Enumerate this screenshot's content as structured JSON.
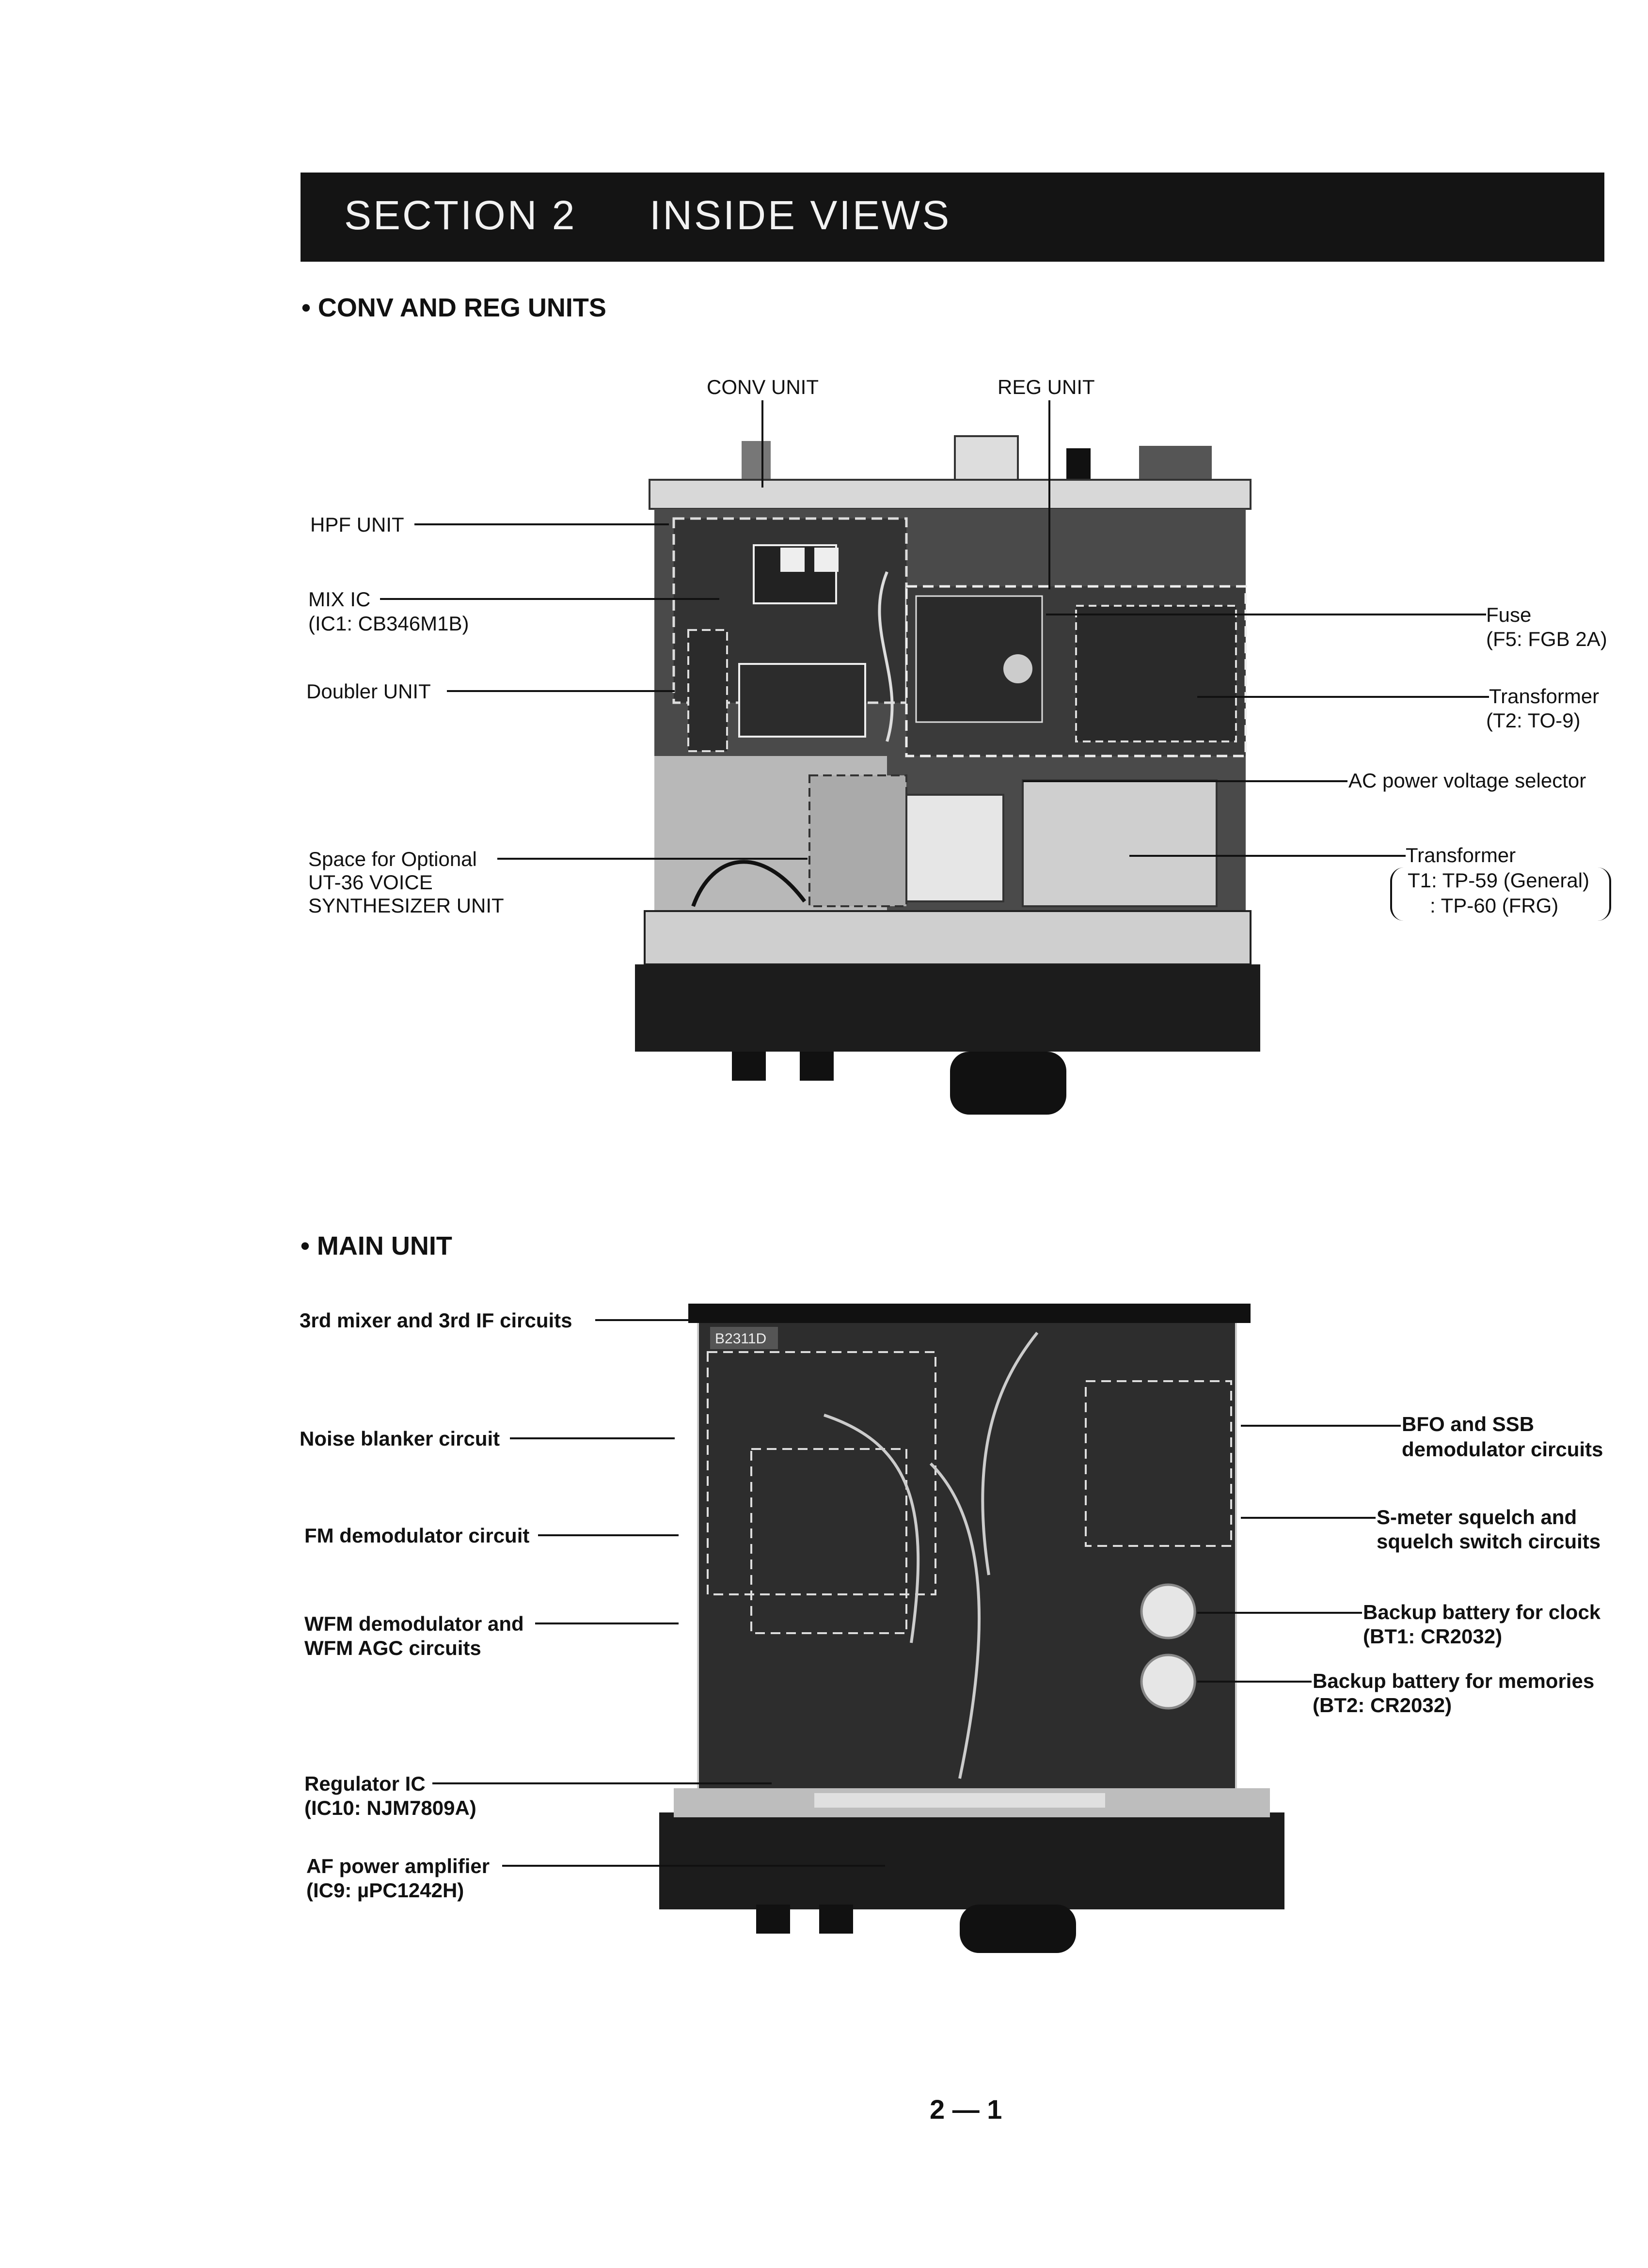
{
  "header": {
    "section_label": "SECTION 2",
    "section_title": "INSIDE VIEWS"
  },
  "conv_reg": {
    "heading": "• CONV AND REG UNITS",
    "top_conv": "CONV UNIT",
    "top_reg": "REG UNIT",
    "hpf": "HPF UNIT",
    "mix_1": "MIX IC",
    "mix_2": "(IC1: CB346M1B)",
    "doubler": "Doubler UNIT",
    "space_1": "Space for Optional",
    "space_2": "UT-36 VOICE",
    "space_3": "SYNTHESIZER UNIT",
    "fuse_1": "Fuse",
    "fuse_2": "(F5: FGB 2A)",
    "t2_1": "Transformer",
    "t2_2": "(T2: TO-9)",
    "ac": "AC power voltage selector",
    "t1_1": "Transformer",
    "t1_2": "T1: TP-59 (General)",
    "t1_3": ": TP-60 (FRG)"
  },
  "main": {
    "heading": "• MAIN UNIT",
    "board_code": "B2311D",
    "mixer3": "3rd mixer and 3rd IF circuits",
    "noise": "Noise blanker circuit",
    "fm": "FM demodulator circuit",
    "wfm_1": "WFM demodulator and",
    "wfm_2": "WFM AGC circuits",
    "reg_1": "Regulator IC",
    "reg_2": "(IC10: NJM7809A)",
    "af_1": "AF power amplifier",
    "af_2": "(IC9: µPC1242H)",
    "bfo_1": "BFO and SSB",
    "bfo_2": "demodulator circuits",
    "smeter_1": "S-meter squelch and",
    "smeter_2": "squelch switch circuits",
    "bt1_1": "Backup battery for clock",
    "bt1_2": "(BT1: CR2032)",
    "bt2_1": "Backup battery for memories",
    "bt2_2": "(BT2: CR2032)"
  },
  "footer": {
    "page_number": "2 — 1"
  }
}
